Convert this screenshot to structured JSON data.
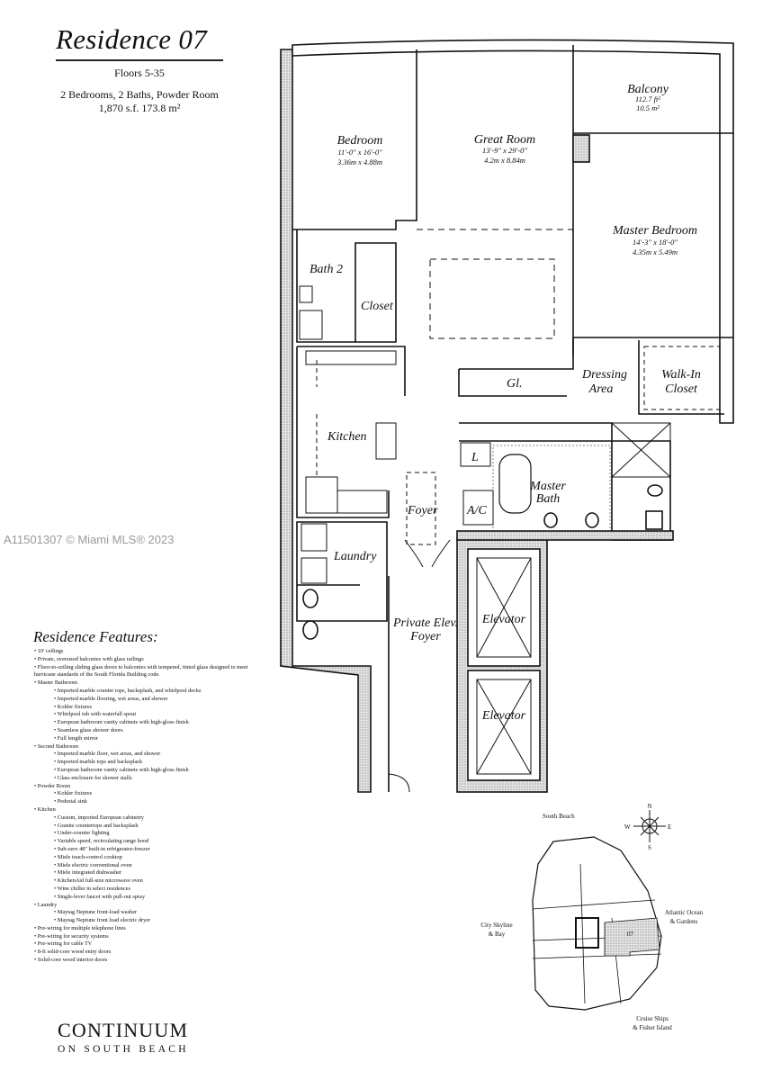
{
  "header": {
    "title": "Residence 07",
    "floors": "Floors 5-35",
    "rooms_summary": "2 Bedrooms, 2 Baths, Powder Room",
    "area": "1,870 s.f.  173.8 m²"
  },
  "watermark": "A11501307 © Miami MLS® 2023",
  "rooms": {
    "bedroom": {
      "name": "Bedroom",
      "dim_ft": "11'-0\" x 16'-0\"",
      "dim_m": "3.36m x 4.88m"
    },
    "great_room": {
      "name": "Great Room",
      "dim_ft": "13'-9\" x 29'-0\"",
      "dim_m": "4.2m x 8.84m"
    },
    "balcony": {
      "name": "Balcony",
      "area_ft": "112.7 ft²",
      "area_m": "10.5 m²"
    },
    "master_bedroom": {
      "name": "Master Bedroom",
      "dim_ft": "14'-3\" x 18'-0\"",
      "dim_m": "4.35m x 5.49m"
    },
    "bath2": "Bath 2",
    "closet": "Closet",
    "kitchen": "Kitchen",
    "gl": "Gl.",
    "dressing_area": [
      "Dressing",
      "Area"
    ],
    "walk_in_closet": [
      "Walk-In",
      "Closet"
    ],
    "l": "L",
    "ac": "A/C",
    "master_bath": [
      "Master",
      "Bath"
    ],
    "foyer": "Foyer",
    "laundry": "Laundry",
    "private_elev_foyer": [
      "Private Elev.",
      "Foyer"
    ],
    "elevator1": "Elevator",
    "elevator2": "Elevator"
  },
  "features": {
    "title": "Residence Features:",
    "items": [
      {
        "text": "10' ceilings"
      },
      {
        "text": "Private, oversized balconies with glass railings"
      },
      {
        "text": "Floor-to-ceiling sliding glass doors to balconies with tempered, tinted glass designed to meet hurricane standards of the South Florida Building code."
      },
      {
        "text": "Master Bathroom",
        "sub": [
          "Imported marble counter tops, backsplash, and whirlpool decks",
          "Imported marble flooring, wet areas, and shower",
          "Kohler fixtures",
          "Whirlpool tub with waterfall spout",
          "European bathroom vanity cabinets with high-gloss finish",
          "Seamless glass shower doors",
          "Full length mirror"
        ]
      },
      {
        "text": "Second Bathroom",
        "sub": [
          "Imported marble floor, wet areas, and shower",
          "Imported marble tops and backsplash",
          "European bathroom vanity cabinets with high-gloss finish",
          "Glass enclosure for shower stalls"
        ]
      },
      {
        "text": "Powder Room",
        "sub": [
          "Kohler fixtures",
          "Pedestal sink"
        ]
      },
      {
        "text": "Kitchen",
        "sub": [
          "Custom, imported European cabinetry",
          "Granite countertops and backsplash",
          "Under-counter lighting",
          "Variable speed, recirculating range hood",
          "Sub-zero 48\" built-in refrigerator-freezer",
          "Miele touch-control cooktop",
          "Miele electric conventional oven",
          "Miele integrated dishwasher",
          "KitchenAid full-size microwave oven",
          "Wine chiller in select residences",
          "Single-lever faucet with pull-out spray"
        ]
      },
      {
        "text": "Laundry",
        "sub": [
          "Maytag Neptune front-load washer",
          "Maytag Neptune front load electric dryer"
        ]
      },
      {
        "text": "Pre-wiring for multiple telephone lines"
      },
      {
        "text": "Pre-wiring for security systems"
      },
      {
        "text": "Pre-wiring for cable TV"
      },
      {
        "text": "8-ft solid-core wood entry doors"
      },
      {
        "text": "Solid-core wood interior doors"
      }
    ]
  },
  "keyplan": {
    "north": "N",
    "south": "S",
    "east": "E",
    "west": "W",
    "south_beach": "South Beach",
    "atlantic": [
      "Atlantic Ocean",
      "& Gardens"
    ],
    "city": [
      "City Skyline",
      "& Bay"
    ],
    "cruise": [
      "Cruise Ships",
      "& Fisher Island"
    ],
    "unit": "07"
  },
  "brand": {
    "name": "CONTINUUM",
    "sub": "ON SOUTH BEACH"
  }
}
